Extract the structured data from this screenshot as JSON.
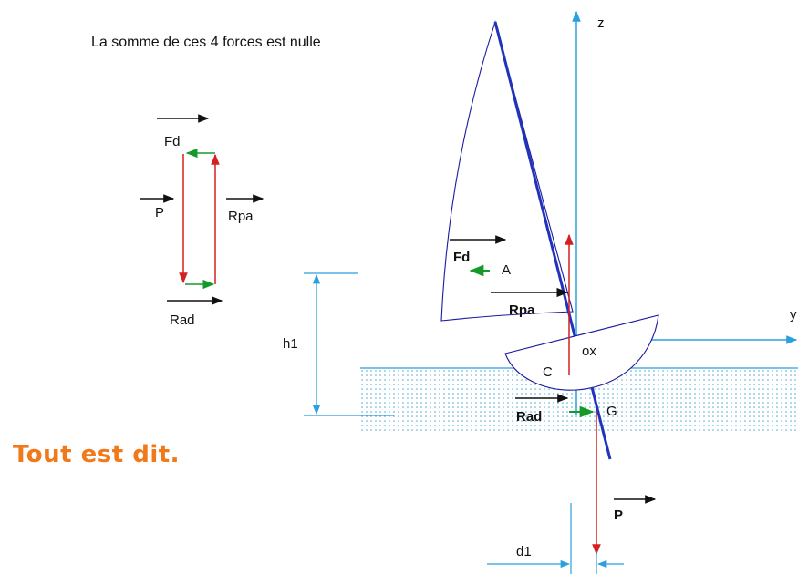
{
  "caption": "La somme de ces 4 forces est nulle",
  "conclusion": "Tout est dit.",
  "polygon_labels": {
    "fd": "Fd",
    "p": "P",
    "rpa": "Rpa",
    "rad": "Rad"
  },
  "boat_labels": {
    "fd": "Fd",
    "a": "A",
    "rpa": "Rpa",
    "ox": "ox",
    "c": "C",
    "rad": "Rad",
    "g": "G",
    "p": "P",
    "h1": "h1",
    "d1": "d1",
    "z": "z",
    "y": "y"
  },
  "colors": {
    "outline": "#1a1aa0",
    "mast": "#2233bb",
    "axis": "#2ba0e0",
    "force_red": "#d42020",
    "force_green": "#159a2a",
    "arrow": "#111111",
    "water_dots": "#4aaad8",
    "conclusion": "#f07a1a"
  }
}
